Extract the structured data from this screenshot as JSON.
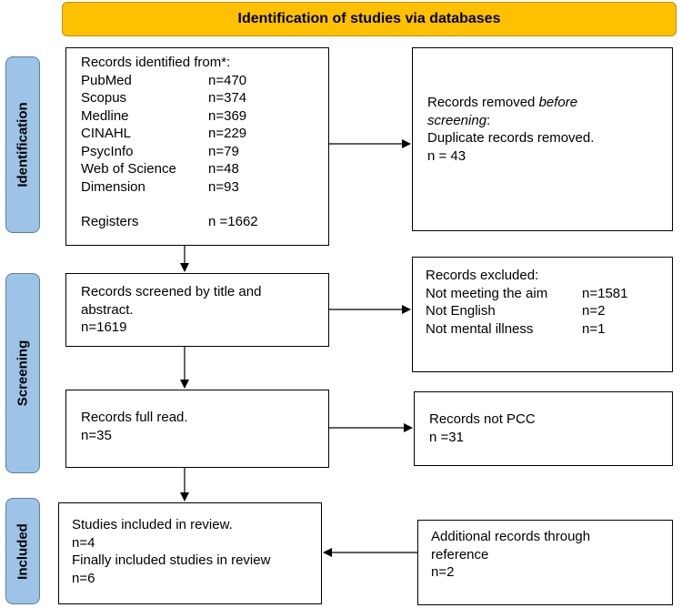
{
  "header": {
    "title": "Identification of studies via databases"
  },
  "phases": {
    "identification": "Identification",
    "screening": "Screening",
    "included": "Included"
  },
  "identified": {
    "heading": "Records identified from*:",
    "sources": [
      {
        "name": "PubMed",
        "n": "n=470"
      },
      {
        "name": "Scopus",
        "n": "n=374"
      },
      {
        "name": "Medline",
        "n": "n=369"
      },
      {
        "name": "CINAHL",
        "n": "n=229"
      },
      {
        "name": "PsycInfo",
        "n": "n=79"
      },
      {
        "name": "Web of Science",
        "n": "n=48"
      },
      {
        "name": "Dimension",
        "n": "n=93"
      }
    ],
    "registers_label": "Registers",
    "registers_n": "n =1662"
  },
  "removed": {
    "line1": "Records removed ",
    "line1_italic": "before",
    "line2_italic": "screening",
    "line2_tail": ":",
    "line3": "Duplicate records removed.",
    "line4": "n = 43"
  },
  "screened": {
    "line1": "Records screened by title and",
    "line2": "abstract.",
    "line3": "n=1619"
  },
  "excluded": {
    "heading": "Records excluded:",
    "reasons": [
      {
        "reason": "Not meeting the aim",
        "n": "n=1581"
      },
      {
        "reason": "Not English",
        "n": "n=2"
      },
      {
        "reason": "Not mental illness",
        "n": "n=1"
      }
    ]
  },
  "fullread": {
    "line1": "Records full read.",
    "line2": "n=35"
  },
  "notpcc": {
    "line1": "Records not PCC",
    "line2": "n =31"
  },
  "included": {
    "line1": "Studies included in review.",
    "line2": "n=4",
    "line3": "Finally included studies in review",
    "line4": "n=6"
  },
  "additional": {
    "line1": "Additional records through",
    "line2": "reference",
    "line3": "n=2"
  },
  "colors": {
    "header_fill": "#FFC000",
    "phase_fill": "#9DC3E6"
  }
}
